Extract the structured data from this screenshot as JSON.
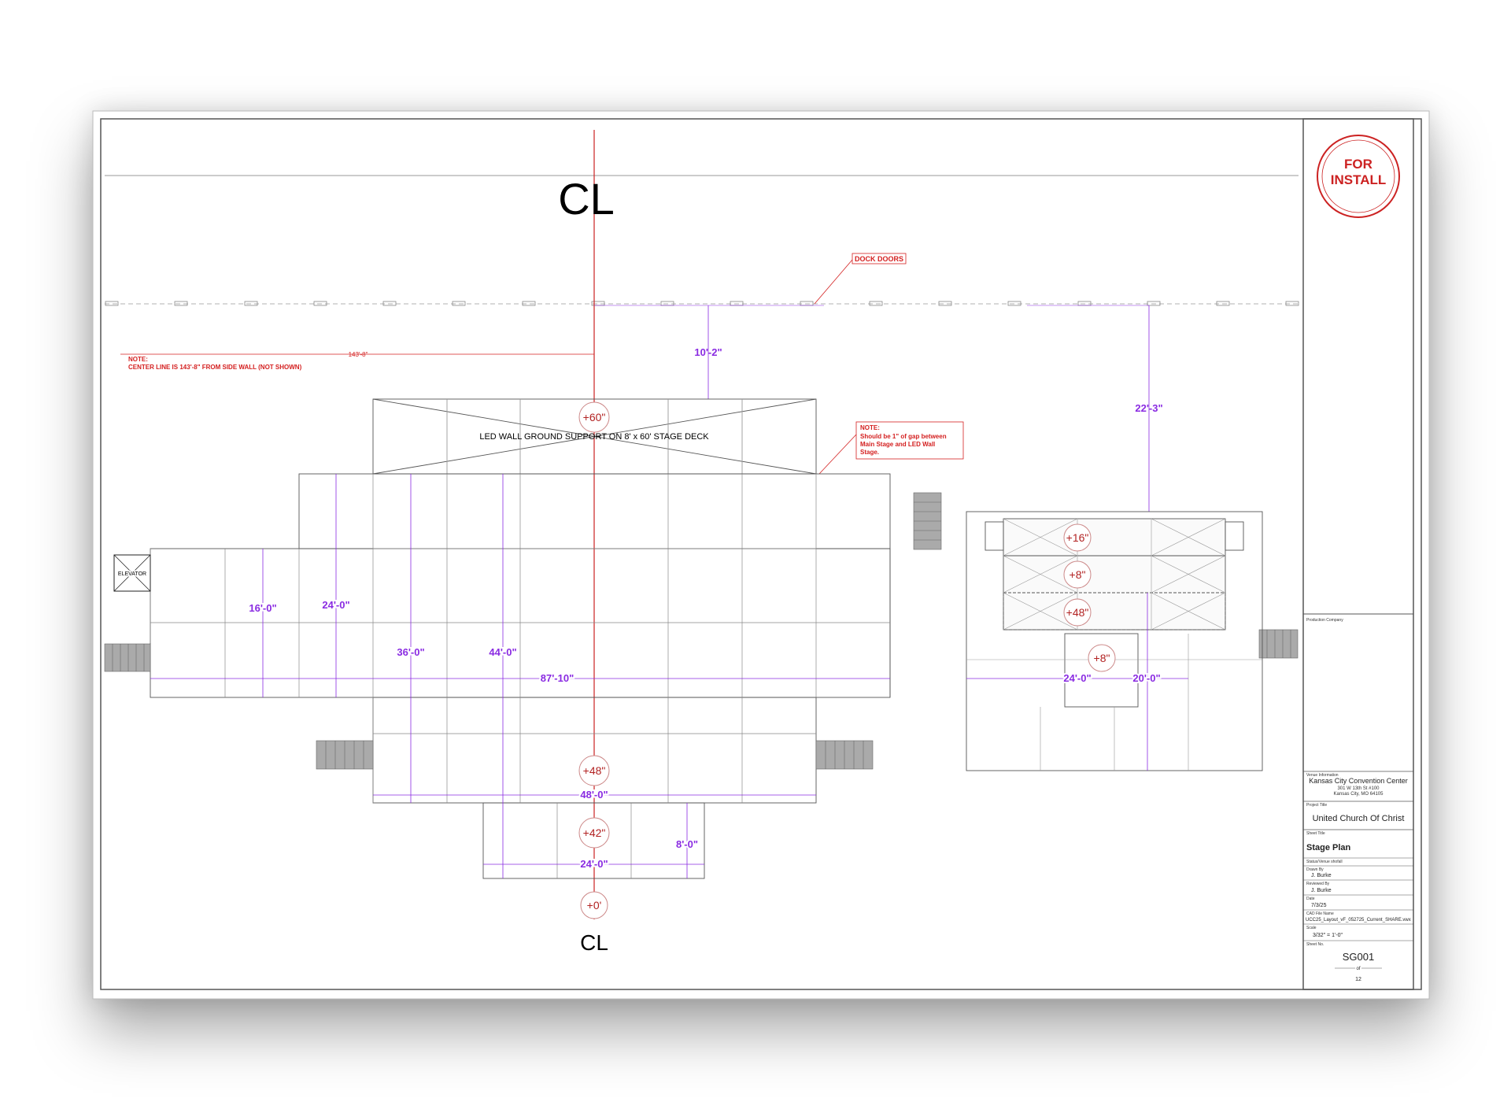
{
  "colors": {
    "centerline": "#cc2222",
    "dimension": "#8a2be2",
    "elevation": "#b22222",
    "note": "#d42020",
    "outline": "#444444"
  },
  "drawing": {
    "centerline_symbol": "CL",
    "led_wall_label": "LED WALL GROUND SUPPORT ON 8' x 60' STAGE DECK",
    "elevator_label": "ELEVATOR",
    "dock_doors_label": "DOCK DOORS",
    "note_centerline": {
      "title": "NOTE:",
      "text": "CENTER LINE IS 143'-8\" FROM SIDE WALL (NOT SHOWN)",
      "dimension": "143'-8\""
    },
    "note_gap": {
      "title": "NOTE:",
      "line1": "Should be 1\" of gap between",
      "line2": "Main Stage and LED Wall",
      "line3": "Stage."
    },
    "elevations": {
      "led_wall": "+60\"",
      "main_front": "+48\"",
      "thrust": "+42\"",
      "floor": "+0'",
      "side_top": "+16\"",
      "side_mid": "+8\"",
      "side_low": "+48\"",
      "side_riser": "+8\""
    },
    "dimensions": {
      "dock_gap": "10'-2\"",
      "side_gap": "22'-3\"",
      "d16": "16'-0\"",
      "d24a": "24'-0\"",
      "d36": "36'-0\"",
      "d44": "44'-0\"",
      "d87": "87'-10\"",
      "d48": "48'-0\"",
      "d8": "8'-0\"",
      "d24b": "24'-0\"",
      "d24c": "24'-0\"",
      "d20": "20'-0\""
    }
  },
  "stamp": {
    "line1": "FOR",
    "line2": "INSTALL"
  },
  "title_block": {
    "production_company_label": "Production Company",
    "venue_label": "Venue Information",
    "venue_name": "Kansas City Convention Center",
    "venue_addr1": "301 W 13th St #100",
    "venue_addr2": "Kansas City, MO 64105",
    "project_label": "Project Title",
    "project_title": "United Church Of Christ",
    "sheet_title_label": "Sheet Title",
    "sheet_title": "Stage Plan",
    "status_label": "Status/Venue shofall",
    "drawn_label": "Drawn By",
    "drawn_by": "J. Burke",
    "reviewed_label": "Reviewed By",
    "reviewed_by": "J. Burke",
    "date_label": "Date",
    "date": "7/3/25",
    "cad_label": "CAD File Name",
    "cad_file": "UCC25_Layout_vF_052725_Current_SHARE.vwx",
    "scale_label": "Scale",
    "scale": "3/32\" = 1'-0\"",
    "sheet_no_label": "Sheet No.",
    "sheet_no": "SG001",
    "of_label": "of",
    "sheet_total": "12"
  }
}
